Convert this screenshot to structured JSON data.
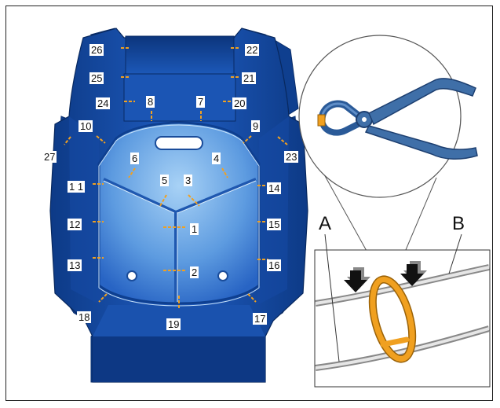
{
  "callouts": {
    "c1": "1",
    "c2": "2",
    "c3": "3",
    "c4": "4",
    "c5": "5",
    "c6": "6",
    "c7": "7",
    "c8": "8",
    "c9": "9",
    "c10": "10",
    "c11": "1 1",
    "c12": "12",
    "c13": "13",
    "c14": "14",
    "c15": "15",
    "c16": "16",
    "c17": "17",
    "c18": "18",
    "c19": "19",
    "c20": "20",
    "c21": "21",
    "c22": "22",
    "c23": "23",
    "c24": "24",
    "c25": "25",
    "c26": "26",
    "c27": "27"
  },
  "labels": {
    "wire_a": "A",
    "wire_b": "B"
  },
  "colors": {
    "seat_dark": "#0f3f8f",
    "seat_mid": "#2a6fd0",
    "seat_light": "#8cc0f0",
    "clip": "#f0a020",
    "pliers": "#3f6fa8",
    "wire": "#b8b8b8"
  }
}
